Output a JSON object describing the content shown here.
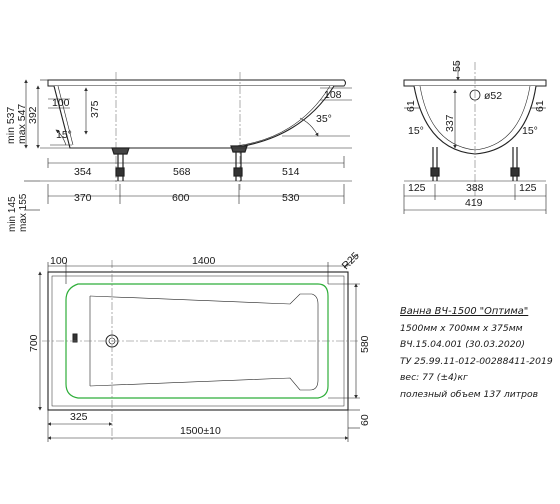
{
  "side_view": {
    "dims_vertical": {
      "min537": "min 537",
      "max547": "max 547",
      "d392": "392",
      "d375": "375",
      "d100": "100",
      "d108": "108"
    },
    "angles": {
      "left": "15°",
      "right": "35°"
    },
    "row1": {
      "d354": "354",
      "d568": "568",
      "d514": "514"
    },
    "row2": {
      "d370": "370",
      "d600": "600",
      "d530": "530"
    },
    "legs": {
      "min145": "min 145",
      "max155": "max 155"
    }
  },
  "end_view": {
    "d55": "55",
    "d52": "ø52",
    "d61l": "61",
    "d61r": "61",
    "d337": "337",
    "angle_left": "15°",
    "angle_right": "15°",
    "d125l": "125",
    "d388": "388",
    "d125r": "125",
    "d419": "419"
  },
  "top_view": {
    "d100": "100",
    "d1400": "1400",
    "r25": "R25",
    "d700": "700",
    "d580": "580",
    "d325": "325",
    "d1500": "1500±10",
    "d60": "60"
  },
  "spec": {
    "title": "Ванна ВЧ-1500 \"Оптима\"",
    "size": "1500мм х 700мм х 375мм",
    "code": "ВЧ.15.04.001 (30.03.2020)",
    "tu": "ТУ 25.99.11-012-00288411-2019",
    "weight": "вес: 77 (±4)кг",
    "volume": "полезный объем 137 литров"
  }
}
